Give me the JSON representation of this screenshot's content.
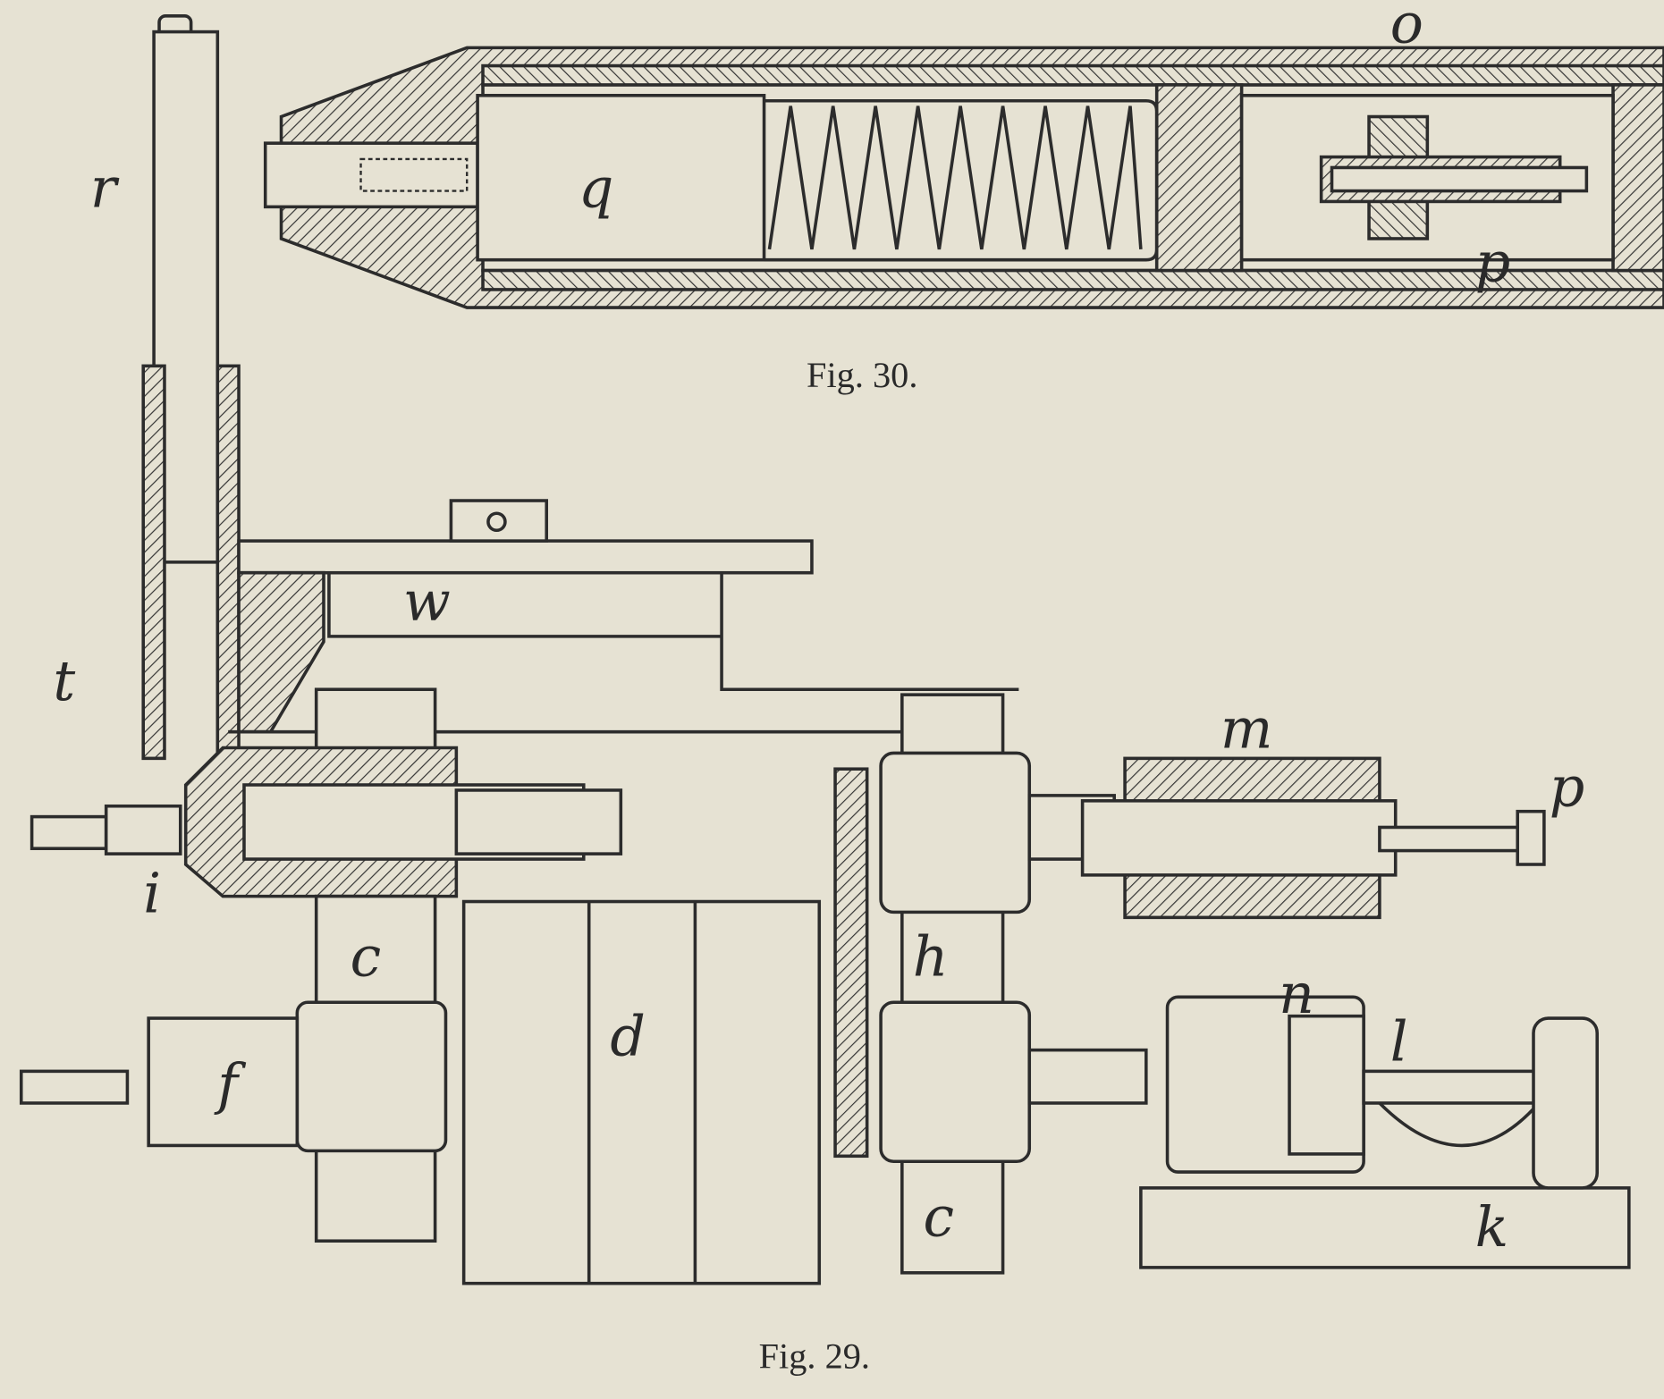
{
  "figures": [
    {
      "caption": "Fig. 30.",
      "labels": {
        "o": "o",
        "q": "q",
        "p": "p"
      }
    },
    {
      "caption": "Fig. 29.",
      "labels": {
        "r": "r",
        "t": "t",
        "w": "w",
        "i": "i",
        "c1": "c",
        "d": "d",
        "h": "h",
        "f": "f",
        "m": "m",
        "p": "p",
        "n": "n",
        "l": "l",
        "k": "k",
        "c2": "c"
      }
    }
  ],
  "colors": {
    "paper": "#e6e2d3",
    "ink": "#2c2c2c"
  }
}
